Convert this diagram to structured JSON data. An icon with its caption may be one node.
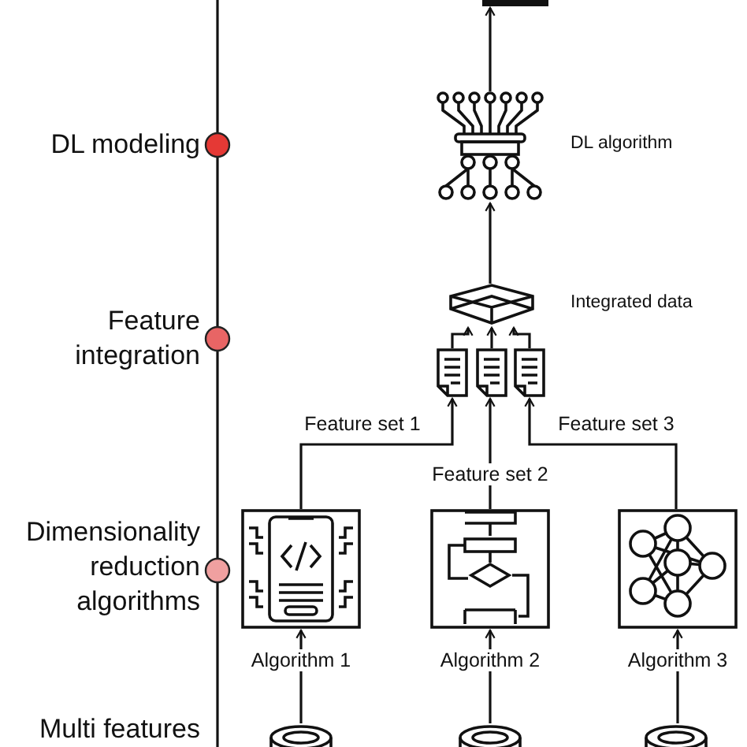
{
  "diagram": {
    "nodes": [
      {
        "text": [],
        "shape": "box"
      },
      {
        "text": [],
        "shape": "picture",
        "beside": [
          "DL algorithm"
        ]
      },
      {
        "text": [],
        "shape": "picture",
        "beside": [
          "Integrated data"
        ]
      },
      {
        "text": [],
        "shape": "picture"
      },
      {
        "text": [],
        "shape": "picture"
      },
      {
        "text": [],
        "shape": "picture"
      },
      {
        "text": [],
        "shape": "picture"
      },
      {
        "text": [],
        "shape": "picture"
      },
      {
        "text": [],
        "shape": "picture"
      },
      {
        "text": [],
        "shape": "cylinder"
      },
      {
        "text": [],
        "shape": "cylinder"
      },
      {
        "text": [],
        "shape": "cylinder"
      }
    ],
    "edges": [
      {
        "from": 1,
        "to": 0,
        "arrow": "to"
      },
      {
        "from": 2,
        "to": 1,
        "arrow": "to"
      },
      {
        "from": 3,
        "to": 2,
        "arrow": "to"
      },
      {
        "from": 4,
        "to": 2,
        "arrow": "to"
      },
      {
        "from": 5,
        "to": 2,
        "arrow": "to"
      },
      {
        "from": 6,
        "to": 3,
        "arrow": "to",
        "label": "Feature set 1"
      },
      {
        "from": 7,
        "to": 4,
        "arrow": "to",
        "label": "Feature set 2"
      },
      {
        "from": 8,
        "to": 5,
        "arrow": "to",
        "label": "Feature set 3"
      },
      {
        "from": 9,
        "to": 6,
        "arrow": "to",
        "label": "Algorithm 1"
      },
      {
        "from": 10,
        "to": 7,
        "arrow": "to",
        "label": "Algorithm 2"
      },
      {
        "from": 11,
        "to": 8,
        "arrow": "to",
        "label": "Algorithm 3"
      }
    ],
    "labels": [
      "DL modeling",
      "Feature integration",
      "Dimensionality reduction algorithms",
      "Multi features"
    ]
  }
}
